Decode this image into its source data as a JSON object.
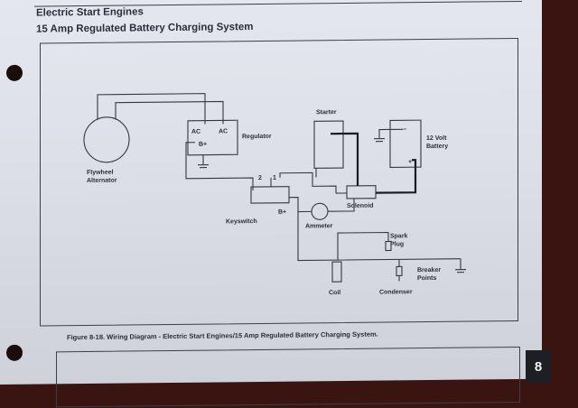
{
  "header": {
    "line1": "Electric Start Engines",
    "line2": "15 Amp Regulated Battery Charging System"
  },
  "diagram": {
    "flywheel_alternator": "Flywheel Alternator",
    "regulator": "Regulator",
    "ac_left": "AC",
    "ac_right": "AC",
    "b_plus": "B+",
    "starter": "Starter",
    "battery": "12 Volt Battery",
    "battery_minus": "−",
    "battery_plus": "+",
    "solenoid": "Solenoid",
    "keyswitch": "Keyswitch",
    "ks_2": "2",
    "ks_1": "1",
    "ks_b": "B+",
    "ammeter": "Ammeter",
    "spark_plug": "Spark Plug",
    "coil": "Coil",
    "condenser": "Condenser",
    "breaker_points": "Breaker Points"
  },
  "caption": "Figure 8-18. Wiring Diagram - Electric Start Engines/15 Amp Regulated Battery Charging System.",
  "page_number": "8"
}
